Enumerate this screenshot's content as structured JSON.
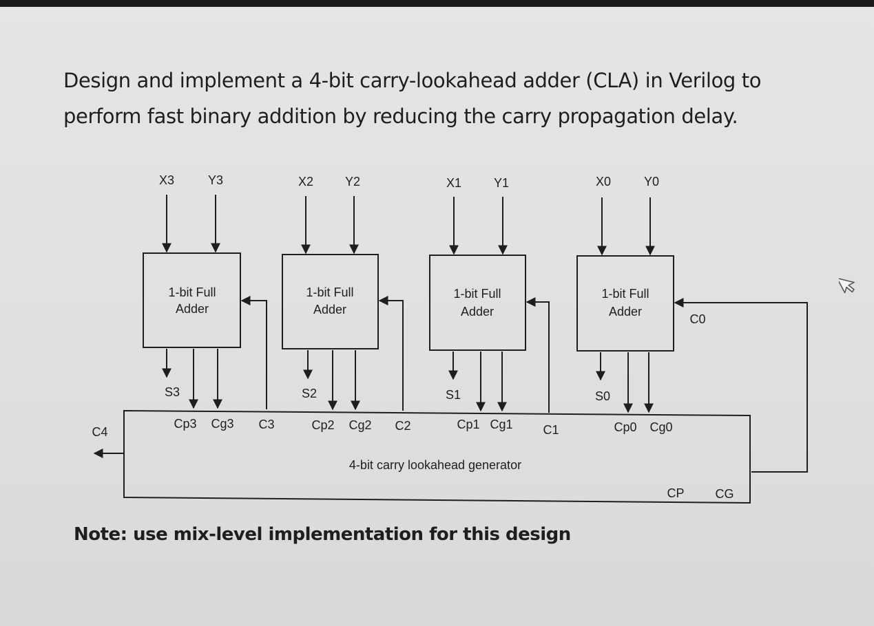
{
  "problem": {
    "line1": "Design and implement a 4-bit carry-lookahead adder (CLA) in Verilog to",
    "line2": "perform fast binary addition by reducing the carry propagation delay."
  },
  "diagram": {
    "adders": [
      {
        "x": "X3",
        "y": "Y3",
        "label_line1": "1-bit Full",
        "label_line2": "Adder",
        "s": "S3",
        "cp": "Cp3",
        "cg": "Cg3",
        "c": "C3"
      },
      {
        "x": "X2",
        "y": "Y2",
        "label_line1": "1-bit Full",
        "label_line2": "Adder",
        "s": "S2",
        "cp": "Cp2",
        "cg": "Cg2",
        "c": "C2"
      },
      {
        "x": "X1",
        "y": "Y1",
        "label_line1": "1-bit Full",
        "label_line2": "Adder",
        "s": "S1",
        "cp": "Cp1",
        "cg": "Cg1",
        "c": "C1"
      },
      {
        "x": "X0",
        "y": "Y0",
        "label_line1": "1-bit Full",
        "label_line2": "Adder",
        "s": "S0",
        "cp": "Cp0",
        "cg": "Cg0",
        "c": ""
      }
    ],
    "carry_in": "C0",
    "carry_out": "C4",
    "generator_label": "4-bit carry lookahead generator",
    "cp_out": "CP",
    "cg_out": "CG"
  },
  "note": "Note: use mix-level implementation for this design"
}
